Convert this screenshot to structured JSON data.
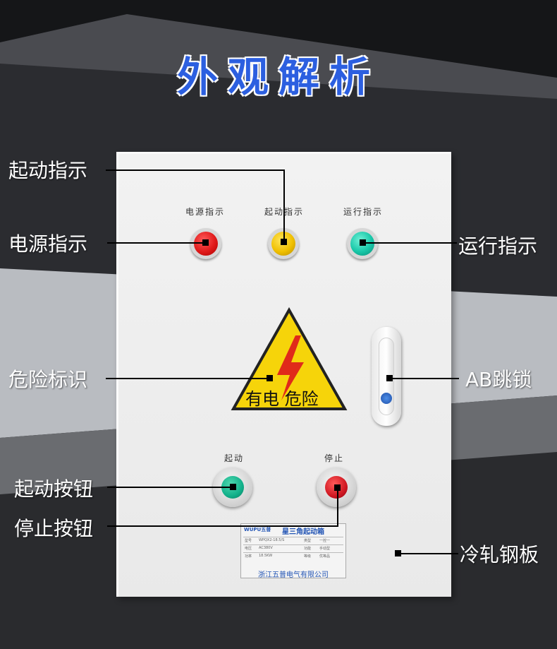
{
  "title": "外观解析",
  "panel_labels": {
    "power": "电源指示",
    "start_ind": "起动指示",
    "run": "运行指示",
    "start_btn": "起动",
    "stop_btn": "停止"
  },
  "warning": {
    "text": "有电 危险"
  },
  "callouts": {
    "start_indicator": "起动指示",
    "power_indicator": "电源指示",
    "run_indicator": "运行指示",
    "danger_sign": "危险标识",
    "ab_lock": "AB跳锁",
    "start_button": "起动按钮",
    "stop_button": "停止按钮",
    "steel_plate": "冷轧钢板"
  },
  "nameplate": {
    "brand": "WUPU五普",
    "name": "星三角起动箱",
    "rows": [
      [
        "型号",
        "WPQX2-18.5/S",
        "类型",
        "一控一"
      ],
      [
        "电压",
        "AC380V",
        "功能",
        "手动型"
      ],
      [
        "功率",
        "18.5KW",
        "等级",
        "优等品"
      ]
    ],
    "company": "浙江五普电气有限公司"
  },
  "colors": {
    "title": "#2c5fe0",
    "lamp_red": "#e01a1a",
    "lamp_yellow": "#f0c000",
    "lamp_teal": "#18c7a8",
    "button_green": "#12b08a",
    "button_red": "#d01822",
    "warning_yellow": "#f6d40a",
    "lightning_red": "#e02a1a"
  }
}
